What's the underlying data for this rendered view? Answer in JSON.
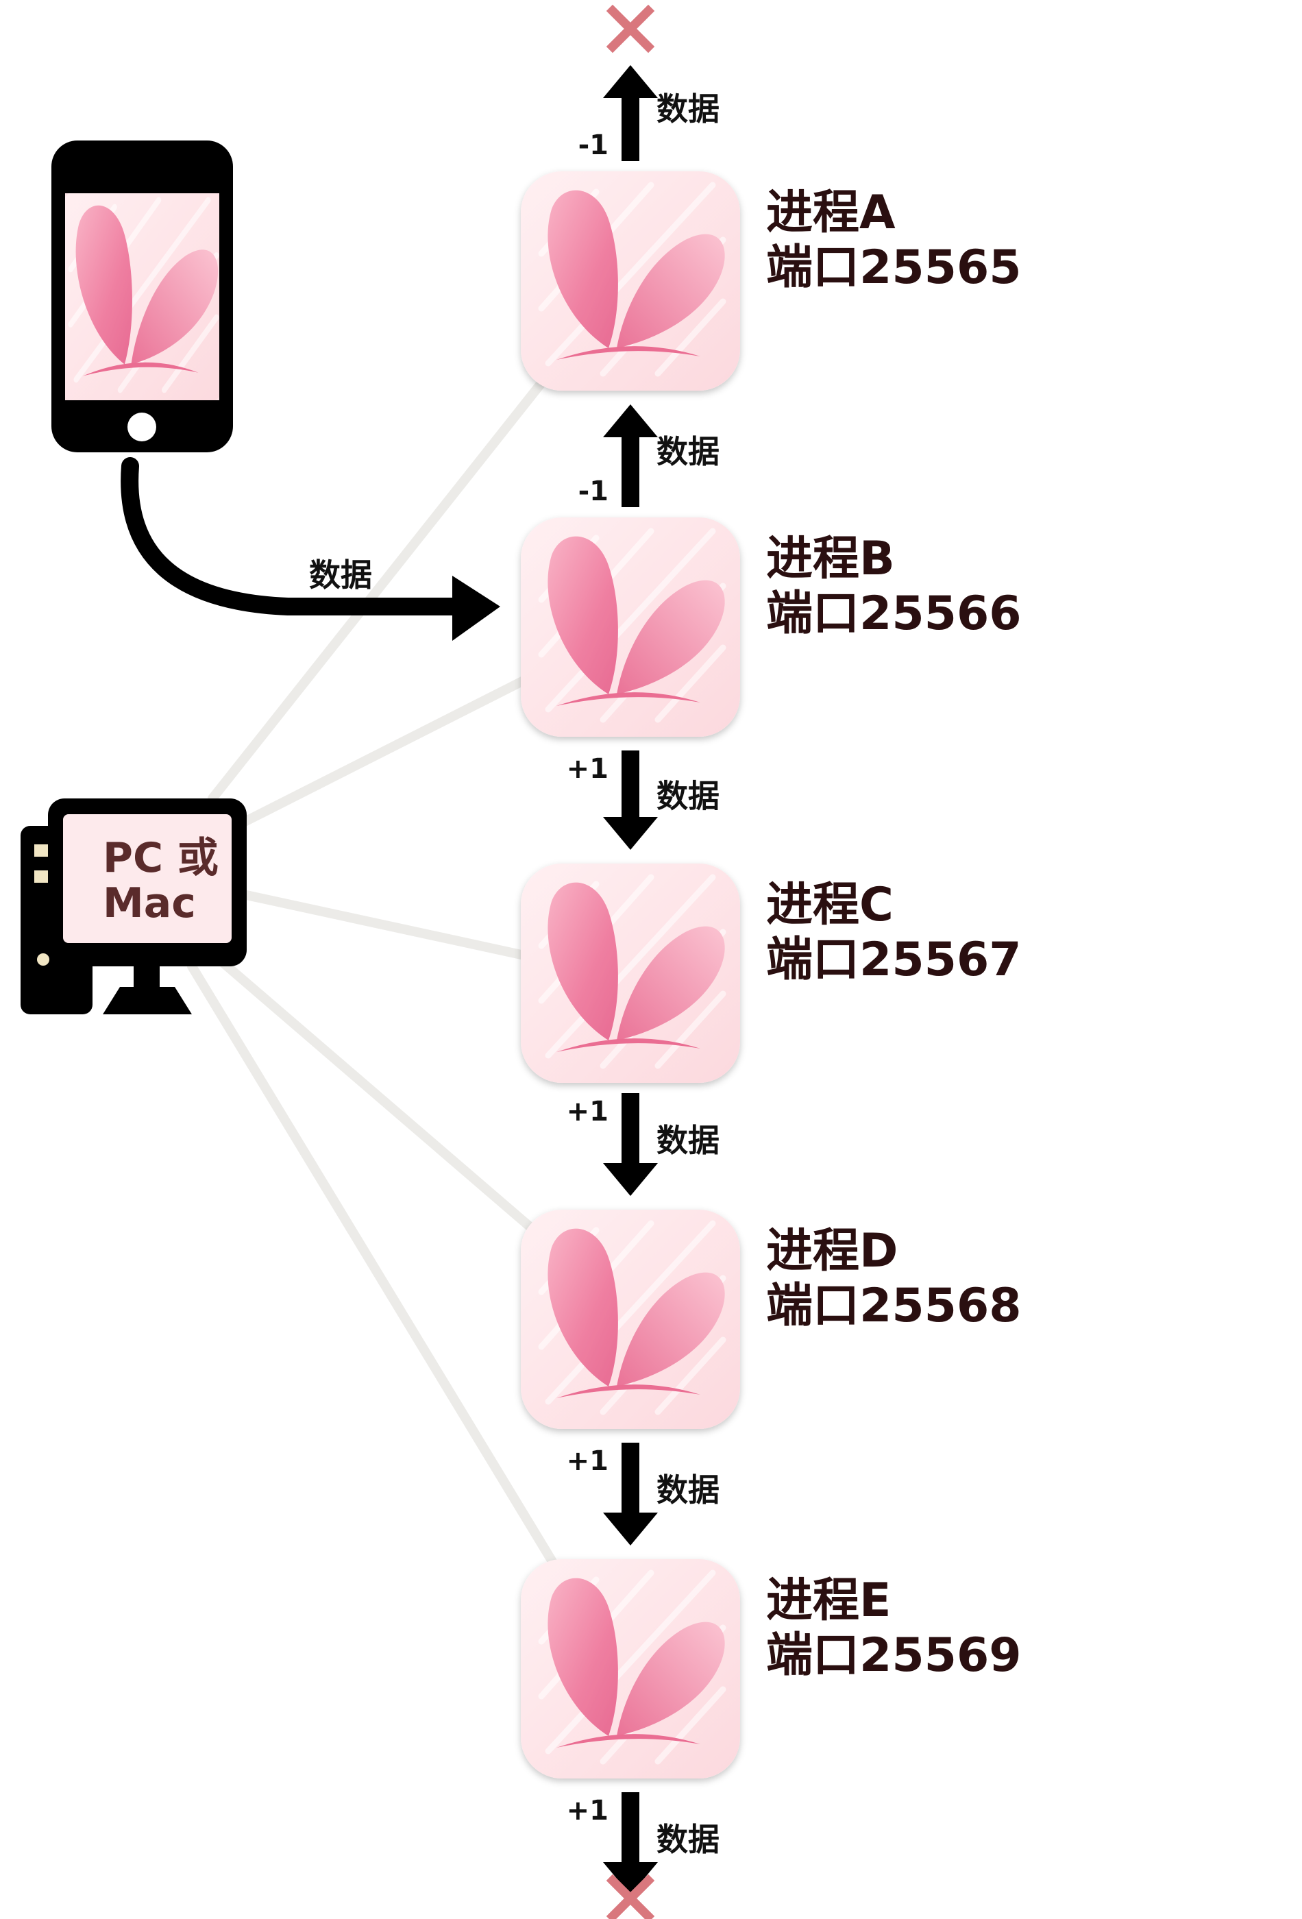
{
  "colors": {
    "background": "#ffffff",
    "connector_line": "#ecebe8",
    "arrow": "#000000",
    "terminator": "#d9777d",
    "icon_tile": "#fde2e5",
    "petal": "#f08aa8",
    "label_text": "#2a0f10",
    "pc_screen": "#fdeaec",
    "pc_text": "#5a2b2b"
  },
  "phone": {
    "icon": "smartphone-icon",
    "arrow_label": "数据"
  },
  "pc": {
    "icon": "desktop-computer-icon",
    "line1": "PC 或",
    "line2": "Mac"
  },
  "processes": [
    {
      "name": "进程A",
      "port": "端口25565"
    },
    {
      "name": "进程B",
      "port": "端口25566"
    },
    {
      "name": "进程C",
      "port": "端口25567"
    },
    {
      "name": "进程D",
      "port": "端口25568"
    },
    {
      "name": "进程E",
      "port": "端口25569"
    }
  ],
  "flow_arrows": [
    {
      "sign": "-1",
      "label": "数据",
      "direction": "up"
    },
    {
      "sign": "-1",
      "label": "数据",
      "direction": "up"
    },
    {
      "sign": "+1",
      "label": "数据",
      "direction": "down"
    },
    {
      "sign": "+1",
      "label": "数据",
      "direction": "down"
    },
    {
      "sign": "+1",
      "label": "数据",
      "direction": "down"
    },
    {
      "sign": "+1",
      "label": "数据",
      "direction": "down"
    }
  ],
  "terminators": [
    {
      "icon": "cross-icon"
    },
    {
      "icon": "cross-icon"
    }
  ]
}
